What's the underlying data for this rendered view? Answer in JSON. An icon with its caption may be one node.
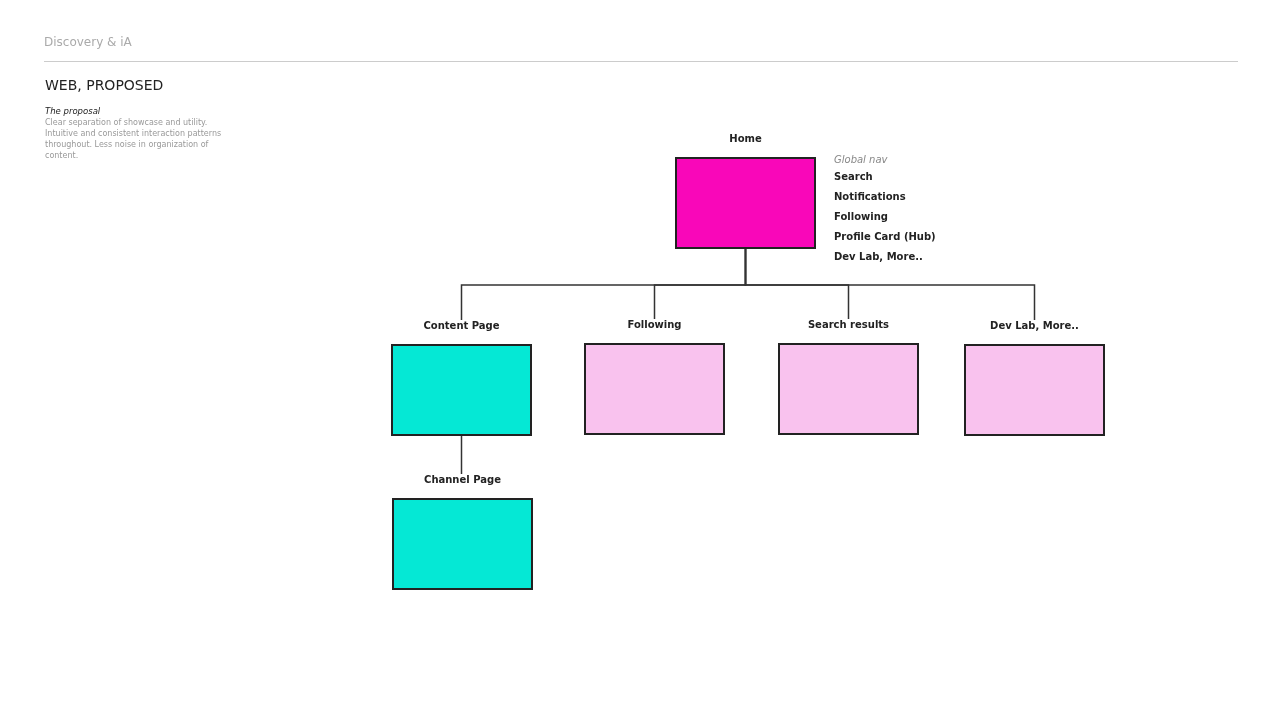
{
  "diagram": {
    "title": "WEB, PROPOSED",
    "nodes": [
      {
        "text": [
          "Home"
        ],
        "beside": [
          "Global nav",
          "Search",
          "Notifications",
          "Following",
          "Profile Card (Hub)",
          "Dev Lab, More.."
        ]
      },
      {
        "text": [
          "Content Page"
        ]
      },
      {
        "text": [
          "Following"
        ]
      },
      {
        "text": [
          "Search results"
        ]
      },
      {
        "text": [
          "Dev Lab, More.."
        ]
      },
      {
        "text": [
          "Channel Page"
        ]
      }
    ],
    "edges": [
      {
        "from": 0,
        "to": 1,
        "arrow": "none"
      },
      {
        "from": 0,
        "to": 2,
        "arrow": "none"
      },
      {
        "from": 0,
        "to": 3,
        "arrow": "none"
      },
      {
        "from": 0,
        "to": 4,
        "arrow": "none"
      },
      {
        "from": 1,
        "to": 5,
        "arrow": "none"
      }
    ],
    "labels": [
      "Discovery & iA",
      "The proposal",
      "Clear separation of showcase and utility. Intuitive and consistent interaction patterns throughout. Less noise in organization of content."
    ]
  }
}
